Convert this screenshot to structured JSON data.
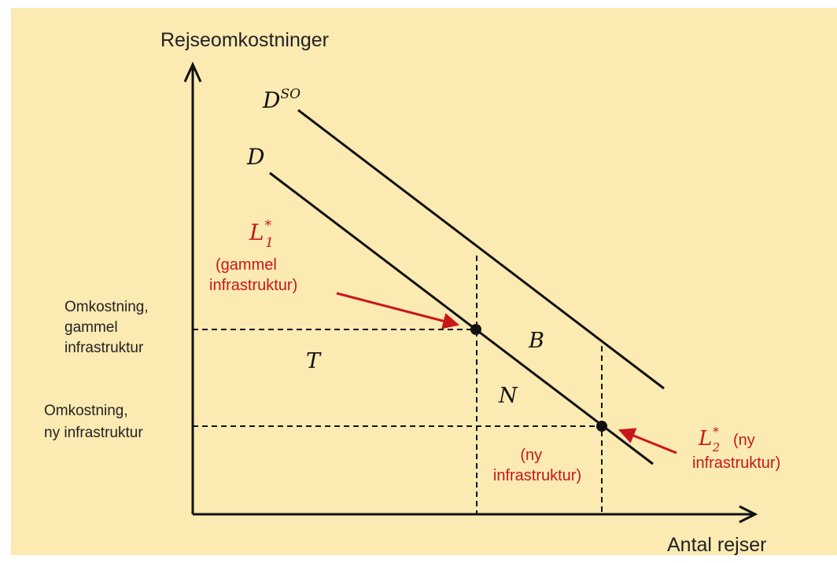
{
  "colors": {
    "background": "#fbeab2",
    "ink": "#111111",
    "accent_red": "#c8161d"
  },
  "axes": {
    "y_label": "Rejseomkostninger",
    "x_label": "Antal rejser"
  },
  "curves": {
    "dso_label_base": "D",
    "dso_label_sup": "SO",
    "d_label": "D"
  },
  "levels": {
    "old_line1": "Omkostning,",
    "old_line2": "gammel",
    "old_line3": "infrastruktur",
    "new_line1": "Omkostning,",
    "new_line2": "ny infrastruktur"
  },
  "regions": {
    "t": "T",
    "b": "B",
    "n": "N",
    "ny_line1": "(ny",
    "ny_line2": "infrastruktur)"
  },
  "points": {
    "l1_base": "L",
    "l1_sub": "1",
    "l1_sup": "*",
    "l1_note1": "(gammel",
    "l1_note2": "infrastruktur)",
    "l2_base": "L",
    "l2_sub": "2",
    "l2_sup": "*",
    "l2_note1": "(ny",
    "l2_note2": "infrastruktur)"
  }
}
